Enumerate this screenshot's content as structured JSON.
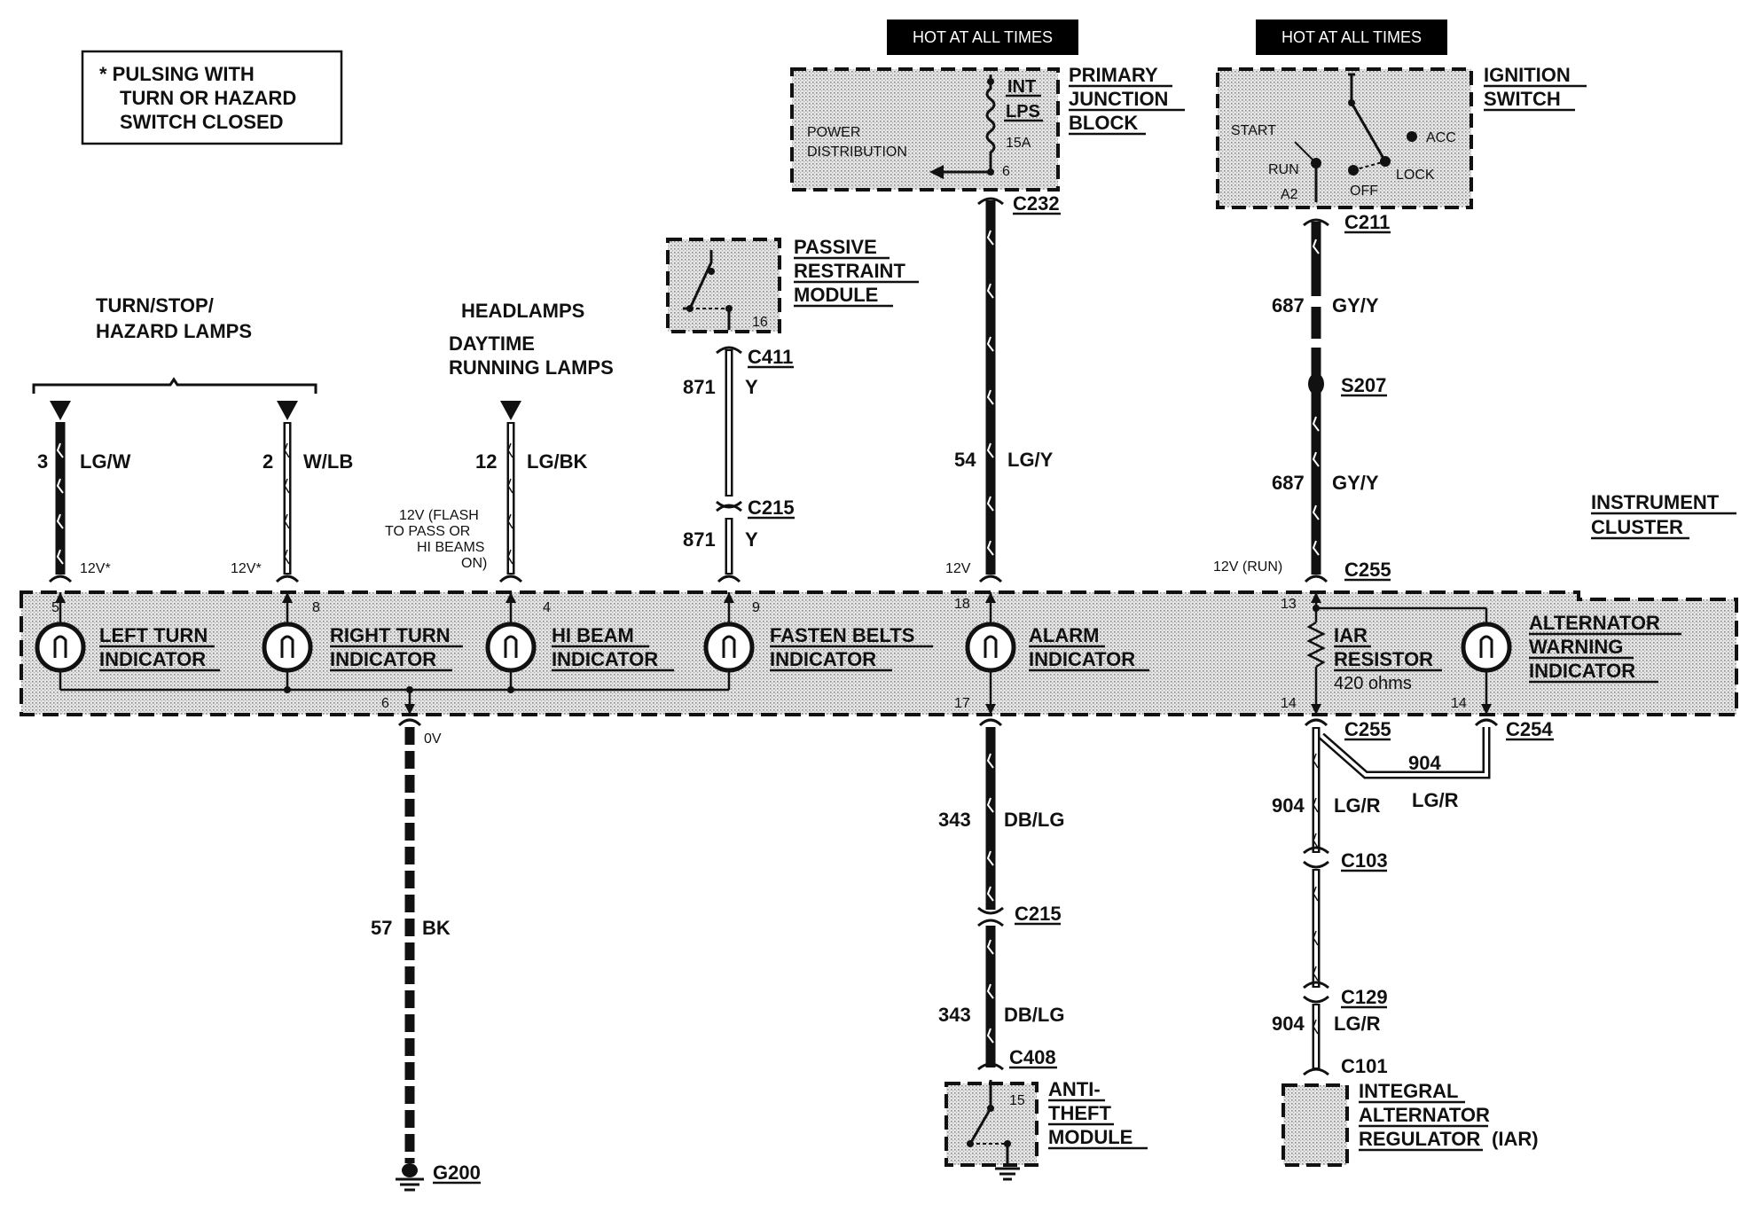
{
  "note": {
    "line1": "* PULSING WITH",
    "line2": "TURN OR HAZARD",
    "line3": "SWITCH CLOSED"
  },
  "headers": {
    "hot_left": "HOT AT ALL TIMES",
    "hot_right": "HOT AT ALL TIMES"
  },
  "modules": {
    "primary_junction": {
      "l1": "PRIMARY",
      "l2": "JUNCTION",
      "l3": "BLOCK",
      "int": "INT",
      "lps": "LPS",
      "amp": "15A",
      "pin": "6",
      "power1": "POWER",
      "power2": "DISTRIBUTION"
    },
    "ignition_switch": {
      "l1": "IGNITION",
      "l2": "SWITCH",
      "start": "START",
      "run": "RUN",
      "acc": "ACC",
      "lock": "LOCK",
      "off": "OFF",
      "pin": "A2"
    },
    "passive_restraint": {
      "l1": "PASSIVE",
      "l2": "RESTRAINT",
      "l3": "MODULE",
      "pin": "16"
    },
    "anti_theft": {
      "l1": "ANTI-",
      "l2": "THEFT",
      "l3": "MODULE",
      "pin": "15"
    },
    "iar": {
      "l1": "INTEGRAL",
      "l2": "ALTERNATOR",
      "l3": "REGULATOR",
      "l3b": "(IAR)"
    }
  },
  "sources": {
    "turn_lamps_l1": "TURN/STOP/",
    "turn_lamps_l2": "HAZARD LAMPS",
    "headlamps": "HEADLAMPS",
    "drl_l1": "DAYTIME",
    "drl_l2": "RUNNING LAMPS"
  },
  "wires": {
    "w3": {
      "num": "3",
      "color": "LG/W"
    },
    "w2": {
      "num": "2",
      "color": "W/LB"
    },
    "w12": {
      "num": "12",
      "color": "LG/BK"
    },
    "w871a": {
      "num": "871",
      "color": "Y"
    },
    "w871b": {
      "num": "871",
      "color": "Y"
    },
    "w54": {
      "num": "54",
      "color": "LG/Y"
    },
    "w687a": {
      "num": "687",
      "color": "GY/Y"
    },
    "w687b": {
      "num": "687",
      "color": "GY/Y"
    },
    "w57": {
      "num": "57",
      "color": "BK"
    },
    "w343a": {
      "num": "343",
      "color": "DB/LG"
    },
    "w343b": {
      "num": "343",
      "color": "DB/LG"
    },
    "w904a": {
      "num": "904",
      "color": "LG/R"
    },
    "w904b": {
      "num": "904",
      "color": "LG/R"
    },
    "w904c": {
      "num": "904",
      "color": "LG/R"
    }
  },
  "connectors": {
    "c232": "C232",
    "c211": "C211",
    "c411": "C411",
    "c215a": "C215",
    "s207": "S207",
    "c255a": "C255",
    "c255b": "C255",
    "c254": "C254",
    "c103": "C103",
    "c129": "C129",
    "c101": "C101",
    "c215b": "C215",
    "c408": "C408",
    "g200": "G200"
  },
  "voltages": {
    "v_left": "12V*",
    "v_right": "12V*",
    "flash1": "12V (FLASH",
    "flash2": "TO PASS OR",
    "flash3": "HI BEAMS",
    "flash4": "ON)",
    "v_alarm": "12V",
    "v_run": "12V (RUN)",
    "v_ground": "0V"
  },
  "cluster": {
    "title1": "INSTRUMENT",
    "title2": "CLUSTER",
    "left_turn": {
      "l1": "LEFT TURN",
      "l2": "INDICATOR",
      "pin": "5"
    },
    "right_turn": {
      "l1": "RIGHT TURN",
      "l2": "INDICATOR",
      "pin": "8"
    },
    "hi_beam": {
      "l1": "HI BEAM",
      "l2": "INDICATOR",
      "pin": "4"
    },
    "fasten_belts": {
      "l1": "FASTEN BELTS",
      "l2": "INDICATOR",
      "pin": "9"
    },
    "alarm": {
      "l1": "ALARM",
      "l2": "INDICATOR",
      "pin_top": "18",
      "pin_bot": "17"
    },
    "iar_resistor": {
      "l1": "IAR",
      "l2": "RESISTOR",
      "l3": "420 ohms",
      "pin_top": "13",
      "pin_bot": "14"
    },
    "alternator": {
      "l1": "ALTERNATOR",
      "l2": "WARNING",
      "l3": "INDICATOR",
      "pin": "14"
    },
    "ground_pin": "6"
  }
}
